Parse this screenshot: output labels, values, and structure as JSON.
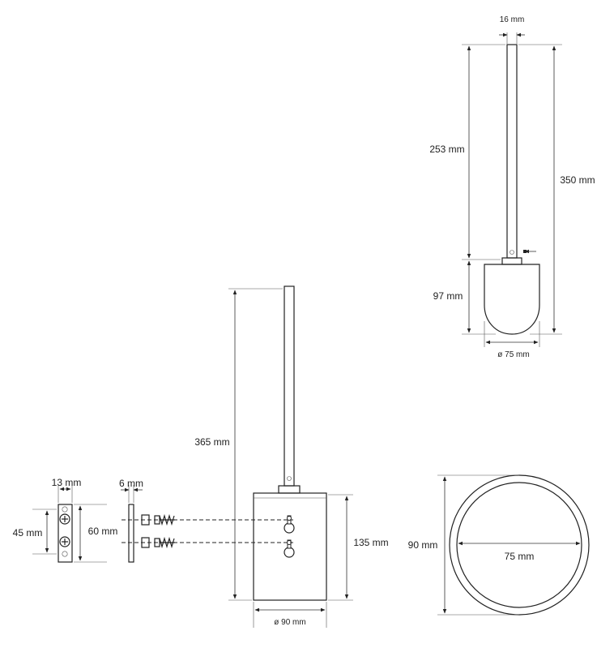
{
  "dimensions": {
    "top_view": {
      "handle_width": "16 mm",
      "handle_length": "253 mm",
      "total_height": "350 mm",
      "head_height": "97 mm",
      "head_diameter": "ø 75 mm"
    },
    "holder": {
      "rod_height": "365 mm",
      "box_height": "135 mm",
      "box_width": "ø 90 mm"
    },
    "bracket": {
      "width": "13 mm",
      "hole_spacing": "45 mm",
      "height": "60 mm"
    },
    "spacer": {
      "thickness": "6 mm"
    },
    "circle_view": {
      "outer_diameter": "90 mm",
      "inner_diameter": "75 mm"
    }
  },
  "colors": {
    "line": "#222222"
  }
}
